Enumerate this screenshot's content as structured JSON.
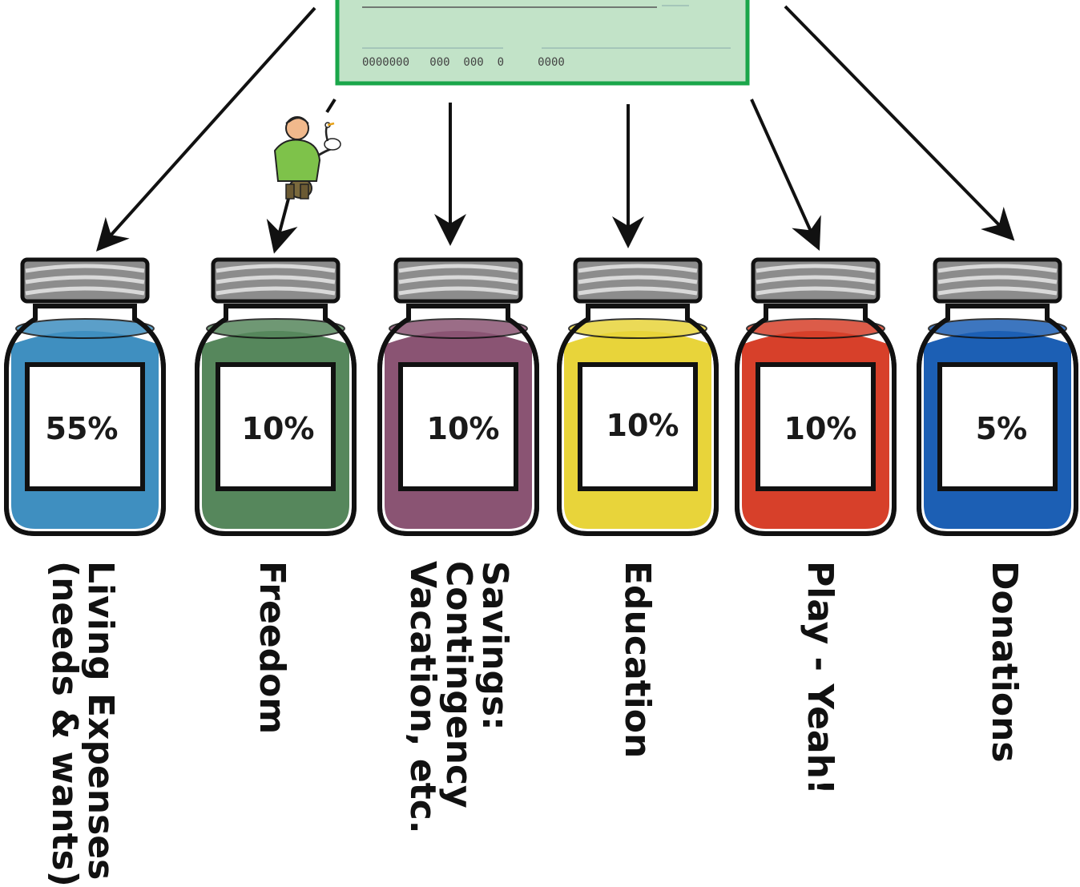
{
  "check": {
    "micr_text": "0000000   000  000  0     0000",
    "color": "#c2e3c8",
    "border_color": "#1aa64a"
  },
  "jars": [
    {
      "percent": "55%",
      "label_lines": [
        "Living Expenses",
        "(needs & wants)"
      ],
      "color": "#3f8fc0"
    },
    {
      "percent": "10%",
      "label_lines": [
        "Freedom"
      ],
      "color": "#56875c"
    },
    {
      "percent": "10%",
      "label_lines": [
        "Savings:",
        "Contingency",
        "Vacation, etc."
      ],
      "color": "#8a5473"
    },
    {
      "percent": "10%",
      "label_lines": [
        "Education"
      ],
      "color": "#e8d43a"
    },
    {
      "percent": "10%",
      "label_lines": [
        "Play - Yeah!"
      ],
      "color": "#d7402a"
    },
    {
      "percent": "5%",
      "label_lines": [
        "Donations"
      ],
      "color": "#1c5fb4"
    }
  ],
  "character": {
    "icon": "goose-holding-man-icon"
  }
}
